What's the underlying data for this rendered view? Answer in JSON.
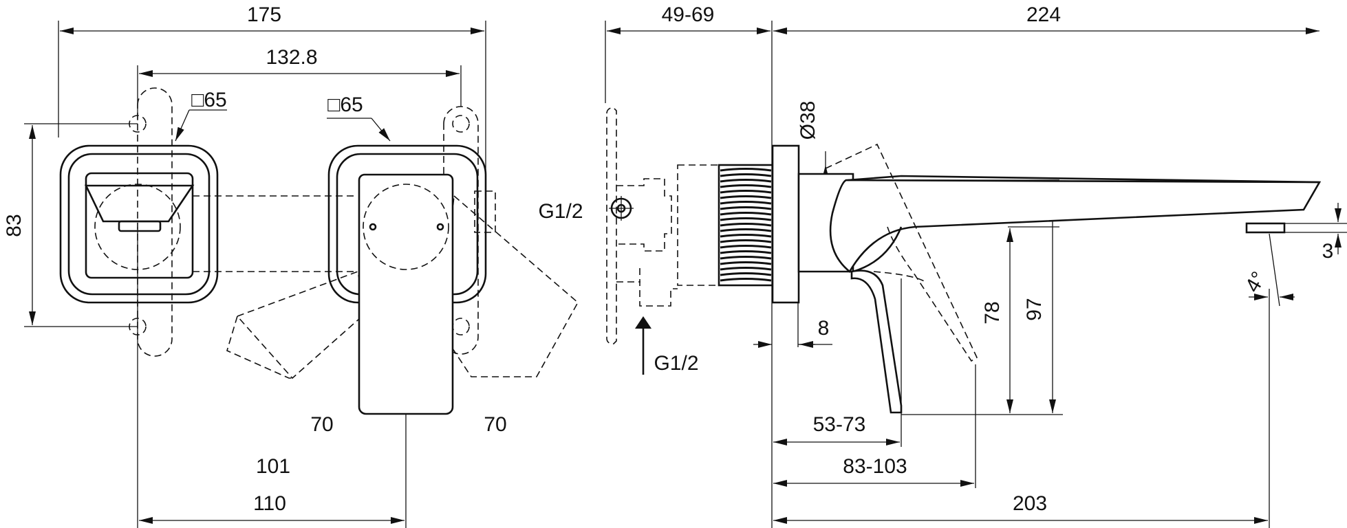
{
  "dimensions": {
    "overall_width": "175",
    "hole_spacing": "132.8",
    "plate_left": "□65",
    "plate_right": "□65",
    "height": "83",
    "angle_left": "70",
    "angle_right": "70",
    "lever_offset": "101",
    "lever_axis": "110",
    "wall_depth": "49-69",
    "spout_length": "224",
    "inlet_side": "G1/2",
    "inlet_bottom": "G1/2",
    "diameter": "Ø38",
    "flange_thickness": "8",
    "handle_depth": "53-73",
    "lever_reach": "83-103",
    "outlet_reach": "203",
    "height_78": "78",
    "height_97": "97",
    "aerator_height": "3",
    "tilt_angle": "4°"
  }
}
